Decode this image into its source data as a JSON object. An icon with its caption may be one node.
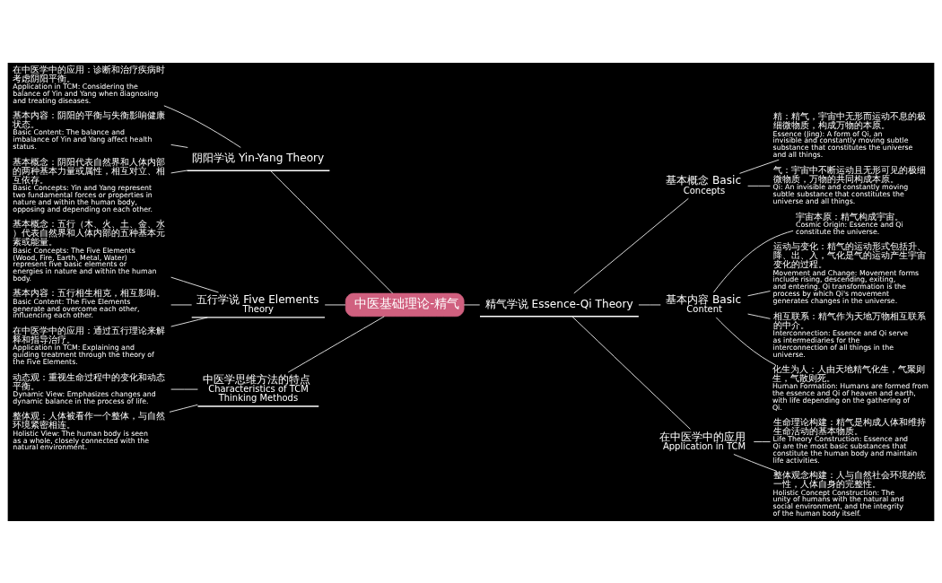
{
  "diagram": {
    "nodes": [
      {
        "text": [
          "中医基础理论-精气"
        ]
      },
      {
        "text": [
          "精气学说 Essence-Qi Theory"
        ]
      },
      {
        "text": [
          "基本概念 Basic Concepts"
        ]
      },
      {
        "text": [
          "精：精气，宇宙中无形而运动不息的极细微物质，构成万物的本原。",
          "Essence (Jing): A form of Qi, an invisible and constantly moving subtle substance that constitutes the universe and all things."
        ]
      },
      {
        "text": [
          "气：宇宙中不断运动且无形可见的极细微物质，万物的共同构成本原。",
          "Qi: An invisible and constantly moving subtle substance that constitutes the universe and all things."
        ]
      },
      {
        "text": [
          "基本内容 Basic Content"
        ]
      },
      {
        "text": [
          "宇宙本原：精气构成宇宙。",
          "Cosmic Origin: Essence and Qi constitute the universe."
        ]
      },
      {
        "text": [
          "运动与变化：精气的运动形式包括升、降、出、入，气化是气的运动产生宇宙变化的过程。",
          "Movement and Change: Movement forms include rising, descending, exiting, and entering. Qi transformation is the process by which Qi's movement generates changes in the universe."
        ]
      },
      {
        "text": [
          "相互联系：精气作为天地万物相互联系的中介。",
          "Interconnection: Essence and Qi serve as intermediaries for the interconnection of all things in the universe."
        ]
      },
      {
        "text": [
          "化生为人：人由天地精气化生，气聚则生，气散则死。",
          "Human Formation: Humans are formed from the essence and Qi of heaven and earth, with life depending on the gathering of Qi."
        ]
      },
      {
        "text": [
          "在中医学中的应用 Application in TCM"
        ]
      },
      {
        "text": [
          "生命理论构建：精气是构成人体和维持生命活动的基本物质。",
          "Life Theory Construction: Essence and Qi are the most basic substances that constitute the human body and maintain life activities."
        ]
      },
      {
        "text": [
          "整体观念构建：人与自然社会环境的统一性，人体自身的完整性。",
          "Holistic Concept Construction: The unity of humans with the natural and social environment, and the integrity of the human body itself."
        ]
      },
      {
        "text": [
          "阴阳学说 Yin-Yang Theory"
        ]
      },
      {
        "text": [
          "在中医学中的应用：诊断和治疗疾病时考虑阴阳平衡。",
          "Application in TCM: Considering the balance of Yin and Yang when diagnosing and treating diseases."
        ]
      },
      {
        "text": [
          "基本内容：阴阳的平衡与失衡影响健康状态。",
          "Basic Content: The balance and imbalance of Yin and Yang affect health status."
        ]
      },
      {
        "text": [
          "基本概念：阴阳代表自然界和人体内部的两种基本力量或属性，相互对立、相互依存。",
          "Basic Concepts: Yin and Yang represent two fundamental forces or properties in nature and within the human body, opposing and depending on each other."
        ]
      },
      {
        "text": [
          "五行学说 Five Elements Theory"
        ]
      },
      {
        "text": [
          "基本概念：五行（木、火、土、金、水）代表自然界和人体内部的五种基本元素或能量。",
          "Basic Concepts: The Five Elements (Wood, Fire, Earth, Metal, Water) represent five basic elements or energies in nature and within the human body."
        ]
      },
      {
        "text": [
          "基本内容：五行相生相克，相互影响。",
          "Basic Content: The Five Elements generate and overcome each other, influencing each other."
        ]
      },
      {
        "text": [
          "在中医学中的应用：通过五行理论来解释和指导治疗。",
          "Application in TCM: Explaining and guiding treatment through the theory of the Five Elements."
        ]
      },
      {
        "text": [
          "中医学思维方法的特点 Characteristics of TCM Thinking Methods"
        ]
      },
      {
        "text": [
          "动态观：重视生命过程中的变化和动态平衡。",
          "Dynamic View: Emphasizes changes and dynamic balance in the process of life."
        ]
      },
      {
        "text": [
          "整体观：人体被看作一个整体，与自然环境紧密相连。",
          "Holistic View: The human body is seen as a whole, closely connected with the natural environment."
        ]
      }
    ],
    "edges": [
      {
        "from": 0,
        "to": 1,
        "arrow": "none"
      },
      {
        "from": 1,
        "to": 2,
        "arrow": "none"
      },
      {
        "from": 2,
        "to": 3,
        "arrow": "none"
      },
      {
        "from": 2,
        "to": 4,
        "arrow": "none"
      },
      {
        "from": 1,
        "to": 5,
        "arrow": "none"
      },
      {
        "from": 5,
        "to": 6,
        "arrow": "none"
      },
      {
        "from": 5,
        "to": 7,
        "arrow": "none"
      },
      {
        "from": 5,
        "to": 8,
        "arrow": "none"
      },
      {
        "from": 5,
        "to": 9,
        "arrow": "none"
      },
      {
        "from": 1,
        "to": 10,
        "arrow": "none"
      },
      {
        "from": 10,
        "to": 11,
        "arrow": "none"
      },
      {
        "from": 10,
        "to": 12,
        "arrow": "none"
      },
      {
        "from": 0,
        "to": 13,
        "arrow": "none"
      },
      {
        "from": 13,
        "to": 14,
        "arrow": "none"
      },
      {
        "from": 13,
        "to": 15,
        "arrow": "none"
      },
      {
        "from": 13,
        "to": 16,
        "arrow": "none"
      },
      {
        "from": 0,
        "to": 17,
        "arrow": "none"
      },
      {
        "from": 17,
        "to": 18,
        "arrow": "none"
      },
      {
        "from": 17,
        "to": 19,
        "arrow": "none"
      },
      {
        "from": 17,
        "to": 20,
        "arrow": "none"
      },
      {
        "from": 0,
        "to": 21,
        "arrow": "none"
      },
      {
        "from": 21,
        "to": 22,
        "arrow": "none"
      },
      {
        "from": 21,
        "to": 23,
        "arrow": "none"
      }
    ]
  }
}
